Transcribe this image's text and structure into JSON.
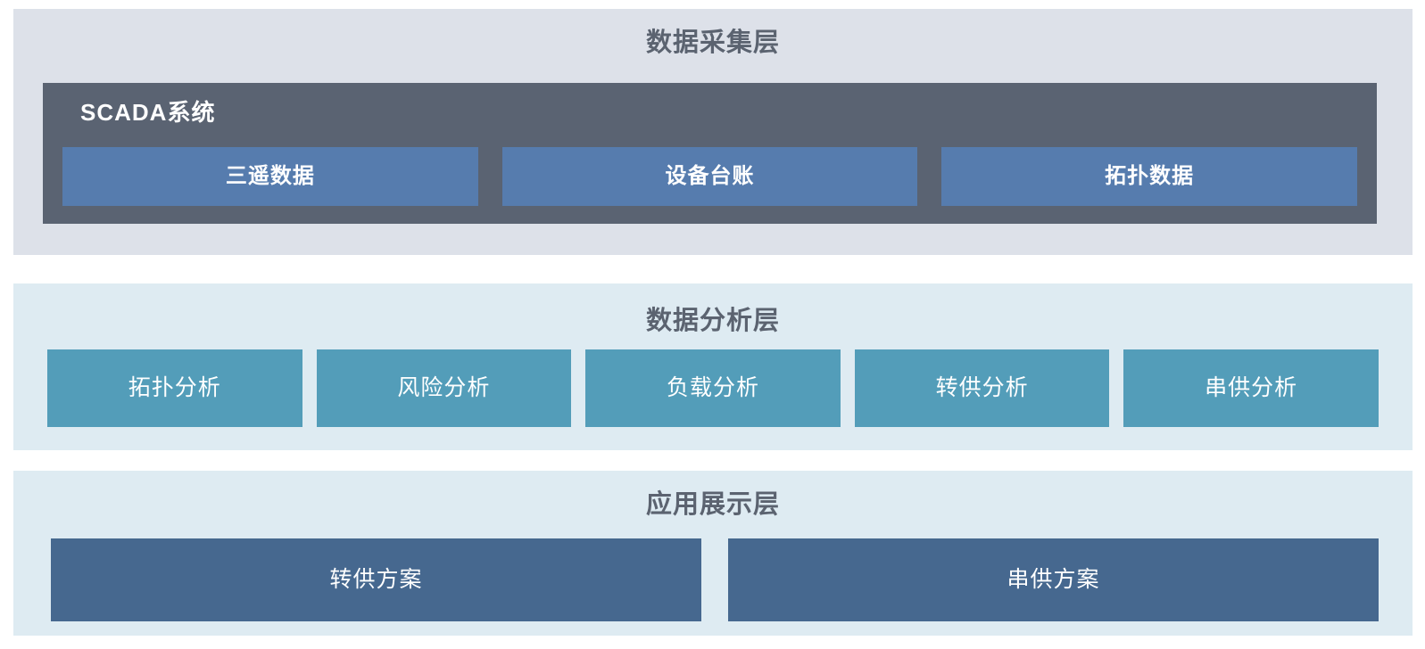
{
  "colors": {
    "page_bg": "#ffffff",
    "collection_layer_bg": "#dde1e9",
    "scada_box_bg": "#5a6372",
    "scada_item_bg": "#567cae",
    "analysis_layer_bg": "#deebf2",
    "analysis_item_bg": "#539db9",
    "application_layer_bg": "#deebf2",
    "application_item_bg": "#46688f",
    "layer_title_text": "#5b6370",
    "item_text": "#ffffff"
  },
  "layers": {
    "collection": {
      "title": "数据采集层",
      "scada": {
        "label": "SCADA系统",
        "items": [
          {
            "label": "三遥数据"
          },
          {
            "label": "设备台账"
          },
          {
            "label": "拓扑数据"
          }
        ]
      }
    },
    "analysis": {
      "title": "数据分析层",
      "items": [
        {
          "label": "拓扑分析"
        },
        {
          "label": "风险分析"
        },
        {
          "label": "负载分析"
        },
        {
          "label": "转供分析"
        },
        {
          "label": "串供分析"
        }
      ]
    },
    "application": {
      "title": "应用展示层",
      "items": [
        {
          "label": "转供方案"
        },
        {
          "label": "串供方案"
        }
      ]
    }
  }
}
